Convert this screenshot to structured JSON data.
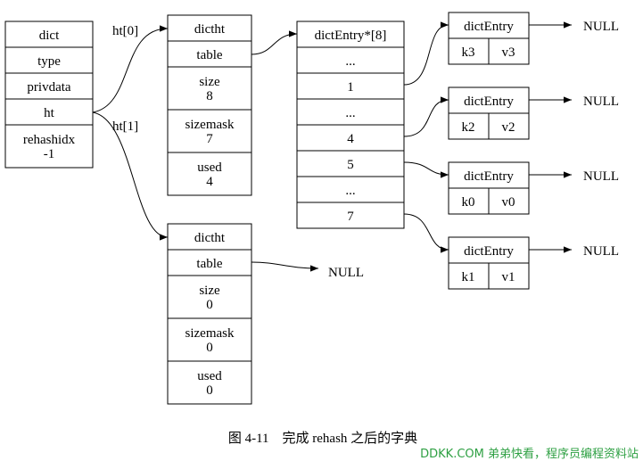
{
  "dict": {
    "fields": [
      "dict",
      "type",
      "privdata",
      "ht",
      "rehashidx\n-1"
    ]
  },
  "edge_labels": {
    "ht0": "ht[0]",
    "ht1": "ht[1]"
  },
  "ht0": {
    "fields": [
      "dictht",
      "table",
      "size\n8",
      "sizemask\n7",
      "used\n4"
    ]
  },
  "ht1": {
    "fields": [
      "dictht",
      "table",
      "size\n0",
      "sizemask\n0",
      "used\n0"
    ],
    "table_target": "NULL"
  },
  "table": {
    "fields": [
      "dictEntry*[8]",
      "...",
      "1",
      "...",
      "4",
      "5",
      "...",
      "7"
    ]
  },
  "entries": [
    {
      "title": "dictEntry",
      "key": "k3",
      "value": "v3",
      "next": "NULL"
    },
    {
      "title": "dictEntry",
      "key": "k2",
      "value": "v2",
      "next": "NULL"
    },
    {
      "title": "dictEntry",
      "key": "k0",
      "value": "v0",
      "next": "NULL"
    },
    {
      "title": "dictEntry",
      "key": "k1",
      "value": "v1",
      "next": "NULL"
    }
  ],
  "caption": "图 4-11　完成 rehash 之后的字典",
  "watermark": "DDKK.COM 弟弟快看，程序员编程资料站"
}
